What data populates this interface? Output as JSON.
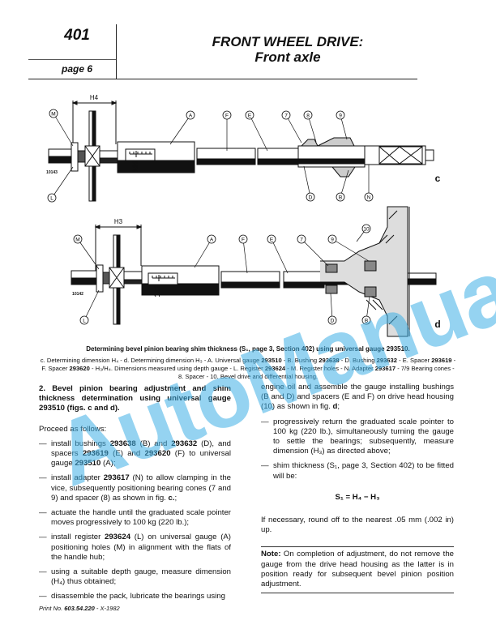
{
  "header": {
    "section_number": "401",
    "page_label": "page 6",
    "title_line1": "FRONT WHEEL DRIVE:",
    "title_line2": "Front axle"
  },
  "figure_c": {
    "letter": "c",
    "ref_number": "10143",
    "dimension_label": "H4",
    "scale_label": "100",
    "callouts": [
      "M",
      "L",
      "A",
      "F",
      "E",
      "7",
      "8",
      "9",
      "D",
      "B",
      "N"
    ]
  },
  "figure_d": {
    "letter": "d",
    "ref_number": "10142",
    "dimension_label": "H3",
    "scale_label": "100",
    "callouts": [
      "M",
      "L",
      "A",
      "F",
      "E",
      "7",
      "9",
      "10",
      "D",
      "B"
    ]
  },
  "caption": {
    "title": "Determining bevel pinion bearing shim thickness (S₁, page 3, Section 402) using universal gauge 293510.",
    "body": [
      {
        "t": "c. Determining dimension H₄ - d. Determining dimension H₃ - A. Universal gauge "
      },
      {
        "t": "293510",
        "b": true
      },
      {
        "t": " - B. Bushing "
      },
      {
        "t": "293638",
        "b": true
      },
      {
        "t": " - D. Bushing "
      },
      {
        "t": "293632",
        "b": true
      },
      {
        "t": " - E. Spacer "
      },
      {
        "t": "293619",
        "b": true
      },
      {
        "t": " - F. Spacer "
      },
      {
        "t": "293620",
        "b": true
      },
      {
        "t": " - H₃/H₄. Dimensions measured using depth gauge - L. Register "
      },
      {
        "t": "293624",
        "b": true
      },
      {
        "t": " - M. Register holes - N. Adapter "
      },
      {
        "t": "293617",
        "b": true
      },
      {
        "t": " - 7/9 Bearing cones - 8. Spacer - 10. Bevel drive and differential housing."
      }
    ]
  },
  "left_column": {
    "heading": "2. Bevel pinion bearing adjustment and shim thickness determination using universal gauge 293510 (figs. c and d).",
    "intro": "Proceed as follows:",
    "dash": "—",
    "items": [
      [
        {
          "t": "install bushings "
        },
        {
          "t": "293638",
          "b": true
        },
        {
          "t": " (B) and "
        },
        {
          "t": "293632",
          "b": true
        },
        {
          "t": " (D), and spacers "
        },
        {
          "t": "293619",
          "b": true
        },
        {
          "t": " (E) and "
        },
        {
          "t": "293620",
          "b": true
        },
        {
          "t": " (F) to universal gauge "
        },
        {
          "t": "293510",
          "b": true
        },
        {
          "t": " (A);"
        }
      ],
      [
        {
          "t": "install adapter "
        },
        {
          "t": "293617",
          "b": true
        },
        {
          "t": " (N) to allow clamping in the vice, subsequently positioning bearing cones (7 and 9) and spacer (8) as shown in fig. "
        },
        {
          "t": "c.",
          "b": true
        },
        {
          "t": ";"
        }
      ],
      [
        {
          "t": "actuate the handle until the graduated scale pointer moves progressively to 100 kg (220 lb.);"
        }
      ],
      [
        {
          "t": "install register "
        },
        {
          "t": "293624",
          "b": true
        },
        {
          "t": " (L) on universal gauge (A) positioning holes (M) in alignment with the flats of the handle hub;"
        }
      ],
      [
        {
          "t": "using a suitable depth gauge, measure dimension (H₄) thus obtained;"
        }
      ],
      [
        {
          "t": "disassemble the pack, lubricate the bearings using"
        }
      ]
    ]
  },
  "right_column": {
    "continuation": [
      {
        "t": "engine oil and assemble the gauge installing bushings (B and D) and spacers (E and F) on drive head housing (10) as shown in fig. "
      },
      {
        "t": "d",
        "b": true
      },
      {
        "t": ";"
      }
    ],
    "dash": "—",
    "items": [
      [
        {
          "t": "progressively return the graduated scale pointer to 100 kg (220 lb.), simultaneously turning the gauge to settle the bearings; subsequently, measure dimension (H₃) as directed above;"
        }
      ],
      [
        {
          "t": "shim thickness (S₁, page 3, Section 402) to be fitted will be:"
        }
      ]
    ],
    "formula": "S₁ = H₄ − H₃",
    "rounding": "If necessary, round off to the nearest .05 mm (.002 in) up.",
    "note_label": "Note:",
    "note_text": " On completion of adjustment, do not remove the gauge from the drive head housing as the latter is in position ready for subsequent bevel pinion position adjustment."
  },
  "footer": {
    "print_prefix": "Print No. ",
    "print_number": "603.54.220",
    "print_suffix": " - X-1982"
  },
  "watermark": "AutoManual",
  "colors": {
    "watermark": "#3fb0e6",
    "ink": "#111111"
  }
}
